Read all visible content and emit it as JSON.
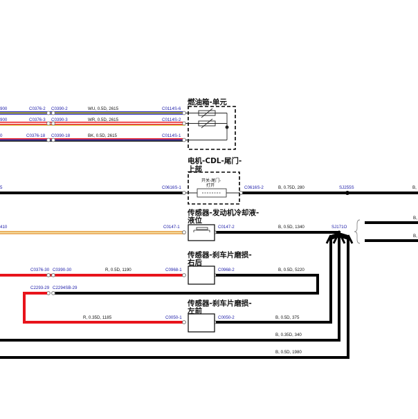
{
  "connectors": {
    "c1_left_900": "900",
    "c1_a": "C0376-2",
    "c1_b": "C0390-2",
    "c1_right": "C0114S-6",
    "c2_left_900": "900",
    "c2_a": "C0376-3",
    "c2_b": "C0390-3",
    "c2_right": "C0114S-2",
    "c3_left_0": "0",
    "c3_a": "C0376-18",
    "c3_b": "C0390-18",
    "c3_right": "C0114S-1",
    "c4_left": "5",
    "c4_in": "C0616S-1",
    "c4_out": "C0616S-2",
    "c4_splice": "SJ255S",
    "c5_left": "410",
    "c5_in": "C0147-1",
    "c5_out": "C0147-2",
    "c5_splice": "SJ171O",
    "c6_a": "C0376-30",
    "c6_b": "C0390-30",
    "c6_in": "C0968-1",
    "c6_out": "C0968-2",
    "c7_a": "C2293-29",
    "c7_b": "C2294SB-29",
    "c8_in": "C0050-1",
    "c8_out": "C0050-2"
  },
  "wires": {
    "w1": "WU, 0.5D, 2615",
    "w2": "WR, 0.5D, 2615",
    "w3": "BK, 0.5D, 2615",
    "w4": "B, 0.75D, 280",
    "w4_right": "B,",
    "w5": "B, 0.5D, 1340",
    "w5_right_top": "B,",
    "w5_right_bottom": "B,",
    "w6_red": "R, 0.5D, 1190",
    "w6_black": "B, 0.5D, 5220",
    "w8_red": "R, 0.35D, 1185",
    "w8_black": "B, 0.5D, 375",
    "w9": "B, 0.35D, 340",
    "w10": "B, 0.5D, 1980"
  },
  "components": {
    "fuel_tank_unit": "燃油箱-单元",
    "motor_line1": "电机-CDL-尾门-",
    "motor_line2": "上部",
    "motor_inner1": "开关-尾门-",
    "motor_inner2": "打开",
    "coolant_line1": "传感器-发动机冷却液-",
    "coolant_line2": "液位",
    "brake_rr_line1": "传感器-刹车片磨损-",
    "brake_rr_line2": "右后",
    "brake_lf_line1": "传感器-刹车片磨损-",
    "brake_lf_line2": "左前"
  },
  "colors": {
    "wire_black": "#000000",
    "wire_red": "#e8141c",
    "connector_text": "#1a1aa8"
  }
}
